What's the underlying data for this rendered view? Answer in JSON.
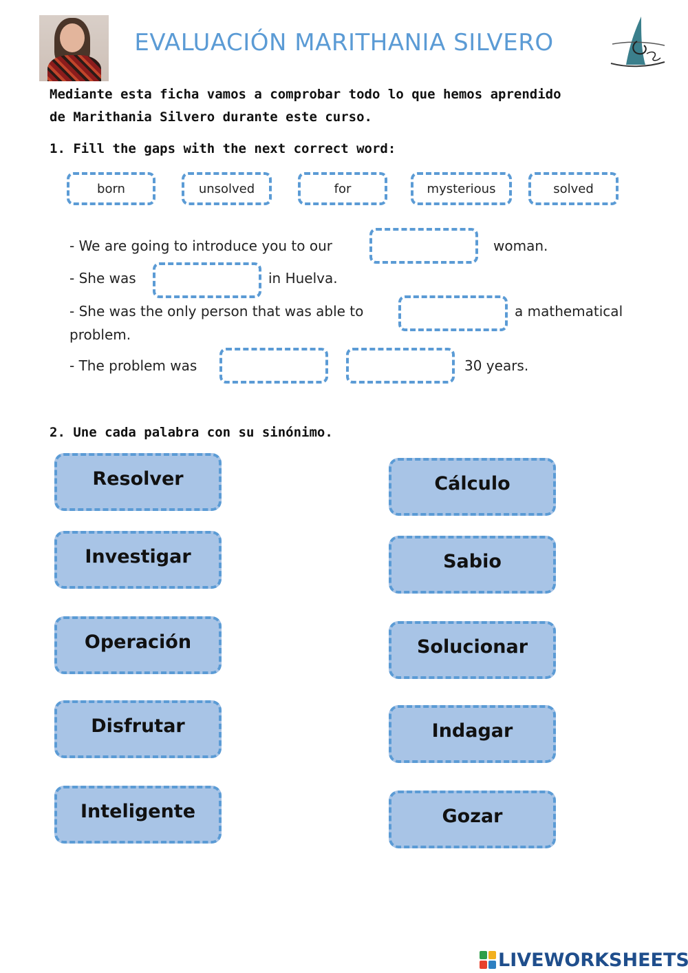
{
  "header": {
    "title": "EVALUACIÓN MARITHANIA SILVERO",
    "photo_icon": "portrait-photo",
    "logo_icon": "sailboat-logo"
  },
  "intro": {
    "line1": "Mediante esta ficha vamos a comprobar todo lo que hemos aprendido",
    "line2": "de Marithania Silvero durante este curso."
  },
  "exercise1": {
    "heading": "1. Fill the gaps with the next correct word:",
    "word_bank": [
      "born",
      "unsolved",
      "for",
      "mysterious",
      "solved"
    ],
    "sentences": [
      {
        "before": "- We are going to introduce you to our",
        "after": "woman."
      },
      {
        "before": "- She was",
        "after": "in Huelva."
      },
      {
        "before": "- She was the only person that was able to",
        "after": "a mathematical",
        "continuation": "problem."
      },
      {
        "before": "- The problem was",
        "after": "30 years."
      }
    ]
  },
  "exercise2": {
    "heading": "2. Une cada palabra con su sinónimo.",
    "left": [
      "Resolver",
      "Investigar",
      "Operación",
      "Disfrutar",
      "Inteligente"
    ],
    "right": [
      "Cálculo",
      "Sabio",
      "Solucionar",
      "Indagar",
      "Gozar"
    ]
  },
  "footer": {
    "brand": "LIVEWORKSHEETS",
    "badge_colors": [
      "#2e9e4a",
      "#f2b01e",
      "#e8412c",
      "#2d7fc1"
    ]
  },
  "colors": {
    "accent": "#5b9bd5",
    "tile_fill": "#a8c4e6",
    "brand": "#1f4e8c"
  }
}
